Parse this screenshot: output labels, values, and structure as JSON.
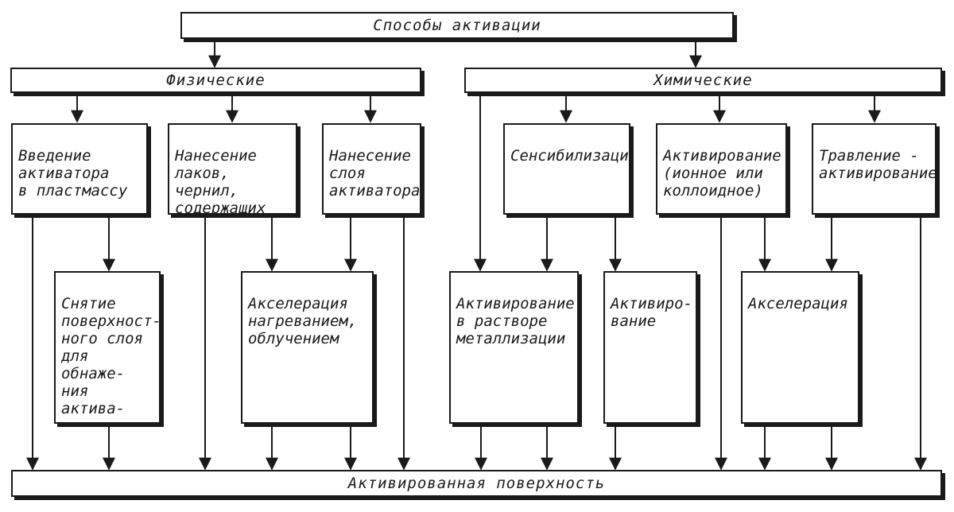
{
  "diagram": {
    "root": "Способы активации",
    "physical": "Физические",
    "chemical": "Химические",
    "intro_activator": "Введение\nактиватора\nв пластмассу",
    "lacquer": "Нанесение\nлаков, чернил,\nсодержащих\nактиватор",
    "activator_layer": "Нанесение\nслоя\nактиватора",
    "sensibilization": "Сенсибилизация",
    "ionic_colloid": "Активирование\n(ионное или\nколлоидное)",
    "etching": "Травление -\nактивирование",
    "surface_removal": "Снятие\nповерхност-\nного слоя\nдля обнаже-\nния актива-\nтора",
    "heat_accel": "Акселерация\nнагреванием,\nоблучением",
    "metallization": "Активирование\nв растворе\nметаллизации",
    "activation_short": "Активиро-\nвание",
    "acceleration": "Акселерация",
    "result": "Активированная поверхность"
  }
}
